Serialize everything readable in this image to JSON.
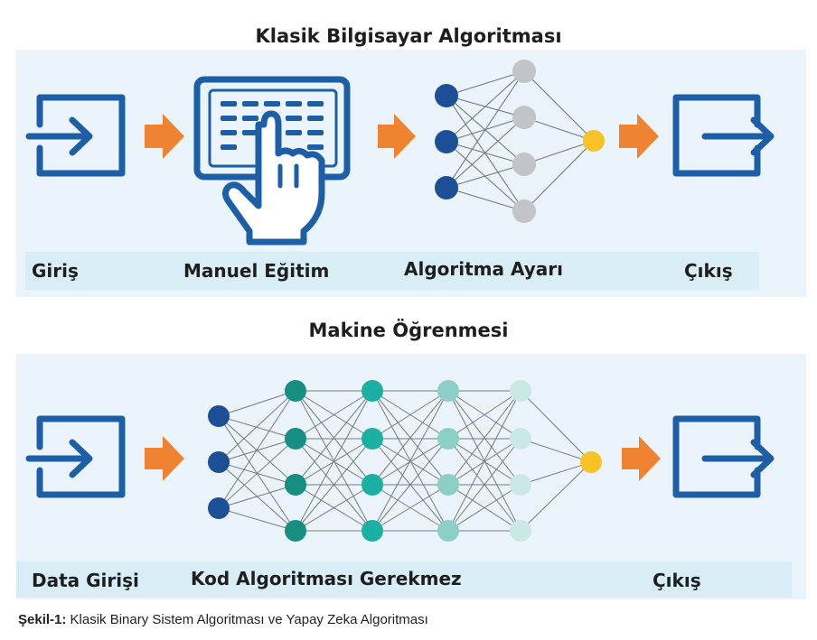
{
  "classic": {
    "title": "Klasik Bilgisayar Algoritması",
    "labels": {
      "input": "Giriş",
      "manual": "Manuel Eğitim",
      "tuning": "Algoritma Ayarı",
      "output": "Çıkış"
    }
  },
  "ml": {
    "title": "Makine Öğrenmesi",
    "labels": {
      "input": "Data Girişi",
      "code": "Kod Algoritması Gerekmez",
      "output": "Çıkış"
    }
  },
  "caption": {
    "prefix": "Şekil-1:",
    "text": " Klasik Binary Sistem Algoritması ve Yapay Zeka Algoritması"
  },
  "colors": {
    "icon_blue": "#1d5fa6",
    "arrow_orange": "#f08331",
    "node_navy": "#1c4f96",
    "node_yellow": "#f7c325",
    "node_gray": "#c2c4c7",
    "ml_col1": "#168f82",
    "ml_col2": "#1bb0a2",
    "ml_col3": "#8ccfc7",
    "ml_col4": "#cbe9e4"
  },
  "network_classic": {
    "layers": [
      3,
      4,
      1
    ]
  },
  "network_ml": {
    "layers": [
      3,
      4,
      4,
      4,
      4,
      1
    ]
  }
}
